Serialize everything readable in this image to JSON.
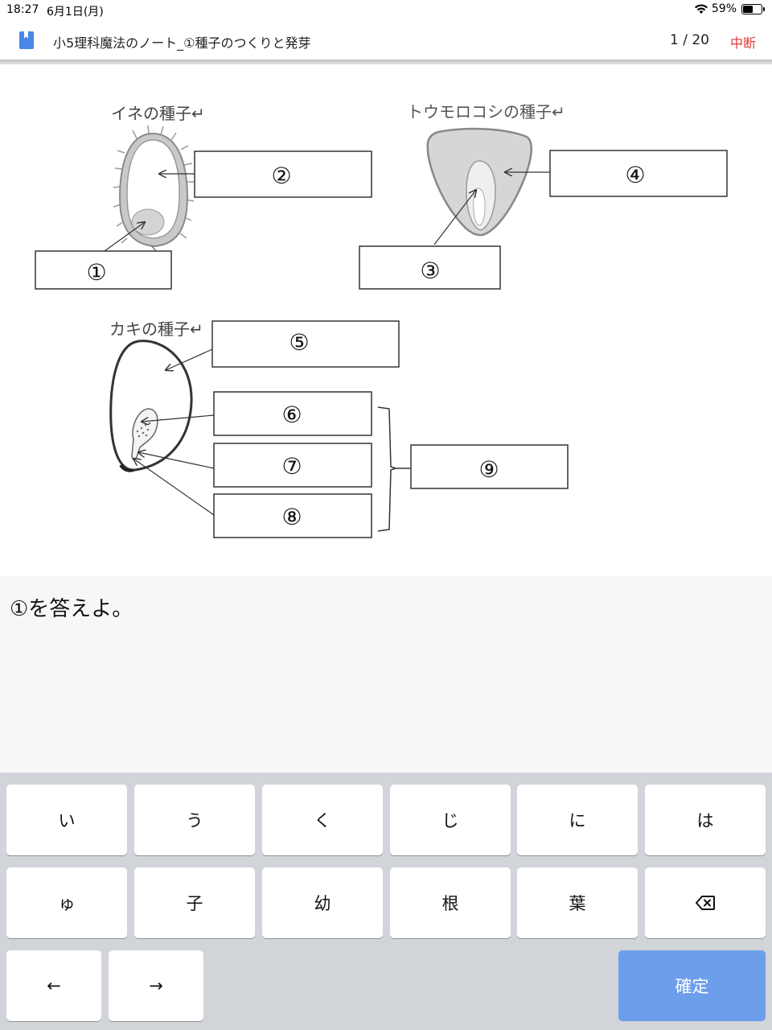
{
  "status": {
    "time": "18:27",
    "date": "6月1日(月)",
    "battery": "59%",
    "battery_level": 0.59
  },
  "nav": {
    "title": "小5理科魔法のノート_①種子のつくりと発芽",
    "page": "1 / 20",
    "abort_label": "中断"
  },
  "diagram": {
    "rice_title": "イネの種子↵",
    "corn_title": "トウモロコシの種子↵",
    "persimmon_title": "カキの種子↵",
    "box_labels": [
      "①",
      "②",
      "③",
      "④",
      "⑤",
      "⑥",
      "⑦",
      "⑧",
      "⑨"
    ]
  },
  "question": {
    "text": "①を答えよ。"
  },
  "keyboard": {
    "row1": [
      "い",
      "う",
      "く",
      "じ",
      "に",
      "は"
    ],
    "row2": [
      "ゅ",
      "子",
      "幼",
      "根",
      "葉"
    ],
    "backspace_icon": "backspace-icon",
    "left_arrow": "←",
    "right_arrow": "→",
    "confirm_label": "確定"
  }
}
